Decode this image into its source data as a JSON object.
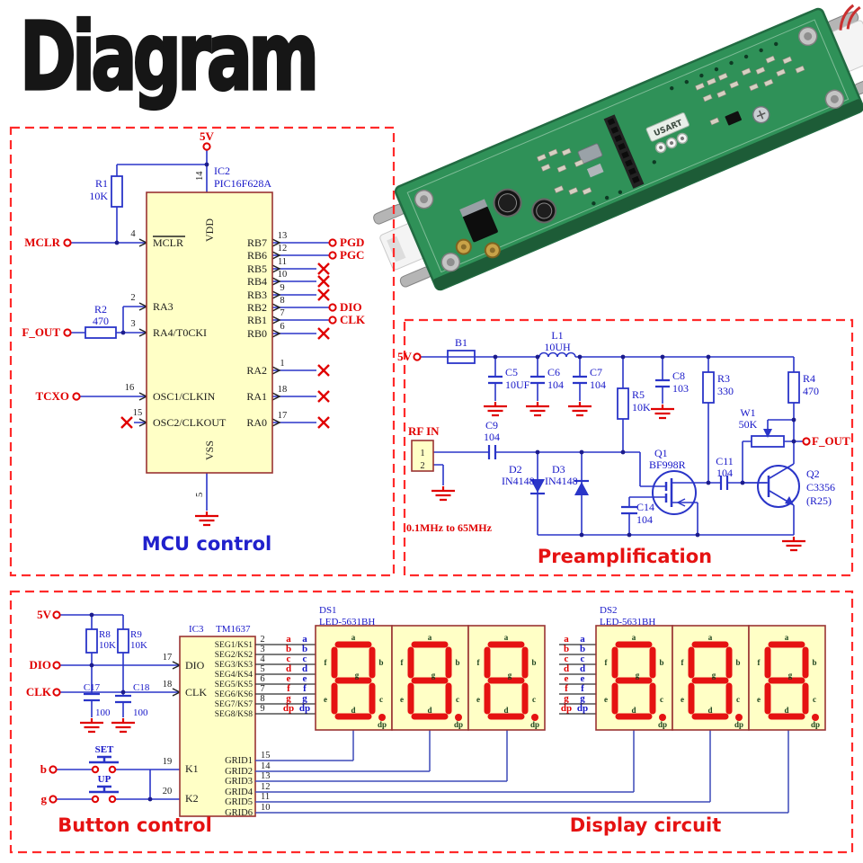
{
  "title": "Diagram",
  "colors": {
    "panel_border": "#ff2a2a",
    "net_red": "#e00000",
    "label_blue": "#1717c8",
    "wire_blue": "#2a35c8",
    "box_fill": "#ffffc6",
    "box_border": "#9a3333",
    "segment_red": "#e51212",
    "caption_blue": "#2121cc",
    "caption_red": "#e51212",
    "pcb_green": "#2f9158"
  },
  "mcu": {
    "caption": "MCU control",
    "v5": "5V",
    "ic_ref": "IC2",
    "ic_part": "PIC16F628A",
    "vdd": "VDD",
    "vss": "VSS",
    "vdd_pin": "14",
    "vss_pin": "5",
    "r1_ref": "R1",
    "r1_val": "10K",
    "r2_ref": "R2",
    "r2_val": "470",
    "net_mclr": "MCLR",
    "net_fout": "F_OUT",
    "net_tcxo": "TCXO",
    "lp": [
      {
        "num": "4",
        "name": "MCLR"
      },
      {
        "num": "2",
        "name": "RA3"
      },
      {
        "num": "3",
        "name": "RA4/T0CKI"
      },
      {
        "num": "16",
        "name": "OSC1/CLKIN"
      },
      {
        "num": "15",
        "name": "OSC2/CLKOUT"
      }
    ],
    "rp": [
      {
        "name": "RB7",
        "num": "13",
        "net": "PGD"
      },
      {
        "name": "RB6",
        "num": "12",
        "net": "PGC"
      },
      {
        "name": "RB5",
        "num": "11"
      },
      {
        "name": "RB4",
        "num": "10"
      },
      {
        "name": "RB3",
        "num": "9"
      },
      {
        "name": "RB2",
        "num": "8",
        "net": "DIO"
      },
      {
        "name": "RB1",
        "num": "7",
        "net": "CLK"
      },
      {
        "name": "RB0",
        "num": "6"
      },
      {
        "name": "RA2",
        "num": "1"
      },
      {
        "name": "RA1",
        "num": "18"
      },
      {
        "name": "RA0",
        "num": "17"
      }
    ]
  },
  "preamp": {
    "caption": "Preamplification",
    "v5": "5V",
    "range": "0.1MHz to 65MHz",
    "fout": "F_OUT",
    "rfin": "RF IN",
    "pin1": "1",
    "pin2": "2",
    "b1": "B1",
    "l1_ref": "L1",
    "l1_val": "10UH",
    "c5_ref": "C5",
    "c5_val": "10UF",
    "c6_ref": "C6",
    "c6_val": "104",
    "c7_ref": "C7",
    "c7_val": "104",
    "c8_ref": "C8",
    "c8_val": "103",
    "c9_ref": "C9",
    "c9_val": "104",
    "c11_ref": "C11",
    "c11_val": "104",
    "c14_ref": "C14",
    "c14_val": "104",
    "r3_ref": "R3",
    "r3_val": "330",
    "r4_ref": "R4",
    "r4_val": "470",
    "r5_ref": "R5",
    "r5_val": "10K",
    "w1_ref": "W1",
    "w1_val": "50K",
    "d2_ref": "D2",
    "d2_part": "IN4148",
    "d3_ref": "D3",
    "d3_part": "IN4148",
    "q1_ref": "Q1",
    "q1_part": "BF998R",
    "q2_ref": "Q2",
    "q2_part": "C3356",
    "q2_part2": "(R25)"
  },
  "disp": {
    "cap_button": "Button control",
    "cap_display": "Display circuit",
    "v5": "5V",
    "r8_ref": "R8",
    "r8_val": "10K",
    "r9_ref": "R9",
    "r9_val": "10K",
    "c17_ref": "C17",
    "c17_val": "100",
    "c18_ref": "C18",
    "c18_val": "100",
    "net_dio": "DIO",
    "net_clk": "CLK",
    "net_b": "b",
    "net_g": "g",
    "btn_set": "SET",
    "btn_up": "UP",
    "ic_ref": "IC3",
    "ic_part": "TM1637",
    "pin_dio": "17",
    "pin_clk": "18",
    "pin_k1": "19",
    "pin_k2": "20",
    "dio": "DIO",
    "clk": "CLK",
    "k1": "K1",
    "k2": "K2",
    "seg": [
      {
        "num": "2",
        "name": "SEG1/KS1"
      },
      {
        "num": "3",
        "name": "SEG2/KS2"
      },
      {
        "num": "4",
        "name": "SEG3/KS3"
      },
      {
        "num": "5",
        "name": "SEG4/KS4"
      },
      {
        "num": "6",
        "name": "SEG5/KS5"
      },
      {
        "num": "7",
        "name": "SEG6/KS6"
      },
      {
        "num": "8",
        "name": "SEG7/KS7"
      },
      {
        "num": "9",
        "name": "SEG8/KS8"
      }
    ],
    "letters": [
      "a",
      "b",
      "c",
      "d",
      "e",
      "f",
      "g",
      "dp"
    ],
    "grid": [
      {
        "num": "15",
        "name": "GRID1"
      },
      {
        "num": "14",
        "name": "GRID2"
      },
      {
        "num": "13",
        "name": "GRID3"
      },
      {
        "num": "12",
        "name": "GRID4"
      },
      {
        "num": "11",
        "name": "GRID5"
      },
      {
        "num": "10",
        "name": "GRID6"
      }
    ],
    "ds1_ref": "DS1",
    "ds1_part": "LED-5631BH",
    "ds2_ref": "DS2",
    "ds2_part": "LED-5631BH",
    "digit": {
      "a": "a",
      "b": "b",
      "c": "c",
      "d": "d",
      "e": "e",
      "f": "f",
      "g": "g",
      "dp": "dp"
    }
  },
  "pcb": {
    "silk": "USART"
  }
}
